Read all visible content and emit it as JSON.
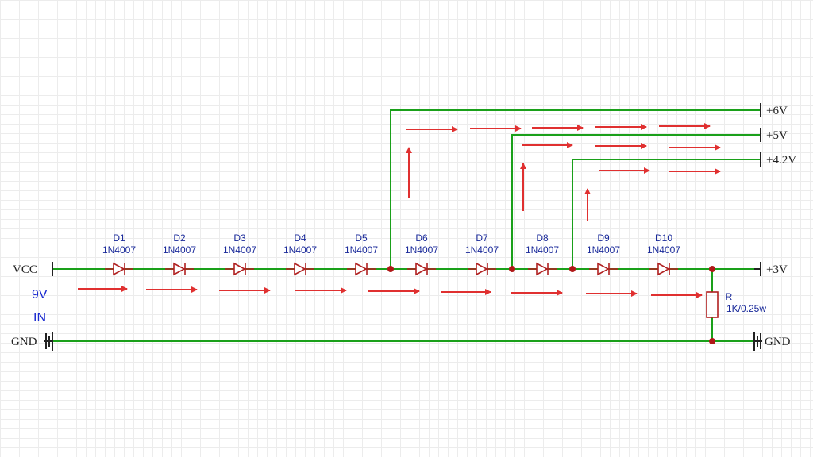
{
  "inputs": {
    "vcc": "VCC",
    "gnd_left": "GND",
    "note_line1": "9V",
    "note_line2": "IN"
  },
  "outputs": {
    "v6": "+6V",
    "v5": "+5V",
    "v42": "+4.2V",
    "v3": "+3V",
    "gnd_right": "GND"
  },
  "diodes": [
    {
      "ref": "D1",
      "part": "1N4007"
    },
    {
      "ref": "D2",
      "part": "1N4007"
    },
    {
      "ref": "D3",
      "part": "1N4007"
    },
    {
      "ref": "D4",
      "part": "1N4007"
    },
    {
      "ref": "D5",
      "part": "1N4007"
    },
    {
      "ref": "D6",
      "part": "1N4007"
    },
    {
      "ref": "D7",
      "part": "1N4007"
    },
    {
      "ref": "D8",
      "part": "1N4007"
    },
    {
      "ref": "D9",
      "part": "1N4007"
    },
    {
      "ref": "D10",
      "part": "1N4007"
    }
  ],
  "resistor": {
    "ref": "R",
    "value": "1K/0.25w"
  },
  "colors": {
    "wire": "#1aa01a",
    "component": "#b02020",
    "flow_arrow": "#e03030",
    "label": "#1a2a9a",
    "note": "#1a2ad0"
  }
}
